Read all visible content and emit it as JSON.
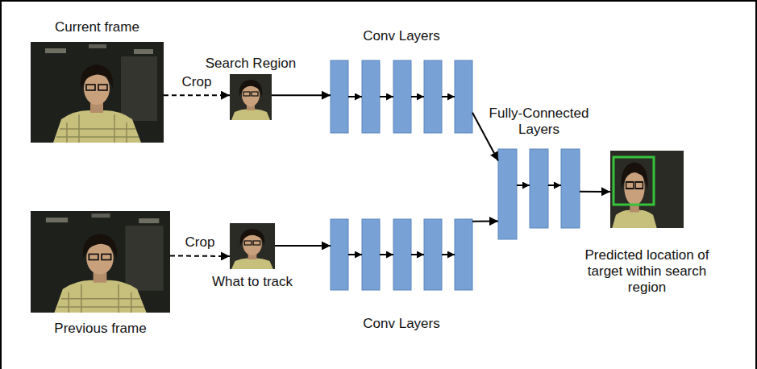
{
  "diagram": {
    "nodes": [
      {
        "text": [
          "Current frame"
        ]
      },
      {
        "text": [
          "Search Region"
        ]
      },
      {
        "text": [
          "Conv Layers"
        ]
      },
      {
        "text": [
          "Fully-Connected Layers"
        ]
      },
      {
        "text": [
          "Predicted location of target within search region"
        ]
      },
      {
        "text": [
          "Previous frame"
        ]
      },
      {
        "text": [
          "What to track"
        ]
      },
      {
        "text": [
          "Conv Layers"
        ]
      }
    ],
    "edges": [
      {
        "from": 0,
        "to": 1,
        "label": "Crop",
        "arrow": "to"
      },
      {
        "from": 1,
        "to": 2,
        "arrow": "to"
      },
      {
        "from": 2,
        "to": 3,
        "arrow": "to"
      },
      {
        "from": 7,
        "to": 3,
        "arrow": "to"
      },
      {
        "from": 3,
        "to": 4,
        "arrow": "to"
      },
      {
        "from": 5,
        "to": 6,
        "label": "Crop",
        "arrow": "to"
      },
      {
        "from": 6,
        "to": 7,
        "arrow": "to"
      }
    ]
  }
}
